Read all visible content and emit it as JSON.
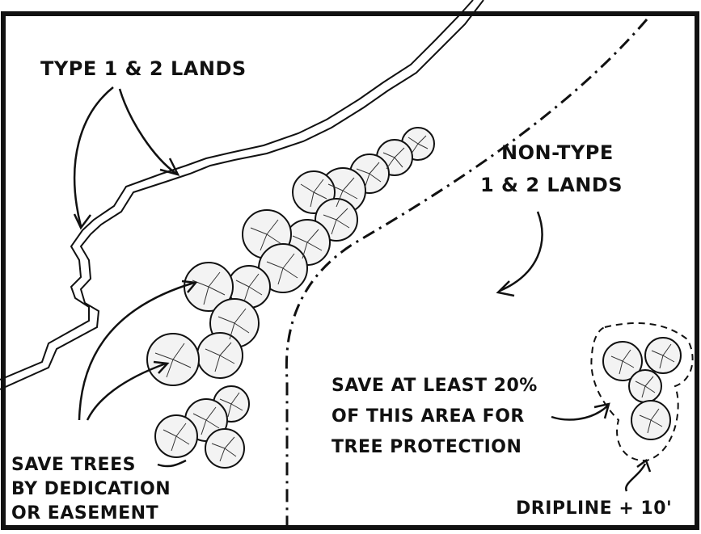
{
  "diagram": {
    "labels": {
      "type12_lands": "TYPE 1 & 2 LANDS",
      "nontype_line1": "NON-TYPE",
      "nontype_line2": "1 & 2 LANDS",
      "save20_line1": "SAVE AT LEAST 20%",
      "save20_line2": "OF THIS AREA FOR",
      "save20_line3": "TREE PROTECTION",
      "savetrees_line1": "SAVE TREES",
      "savetrees_line2": "BY DEDICATION",
      "savetrees_line3": "OR EASEMENT",
      "dripline": "DRIPLINE + 10'"
    },
    "colors": {
      "ink": "#111111",
      "background": "#ffffff",
      "canopy_fill": "#f3f3f3"
    }
  }
}
